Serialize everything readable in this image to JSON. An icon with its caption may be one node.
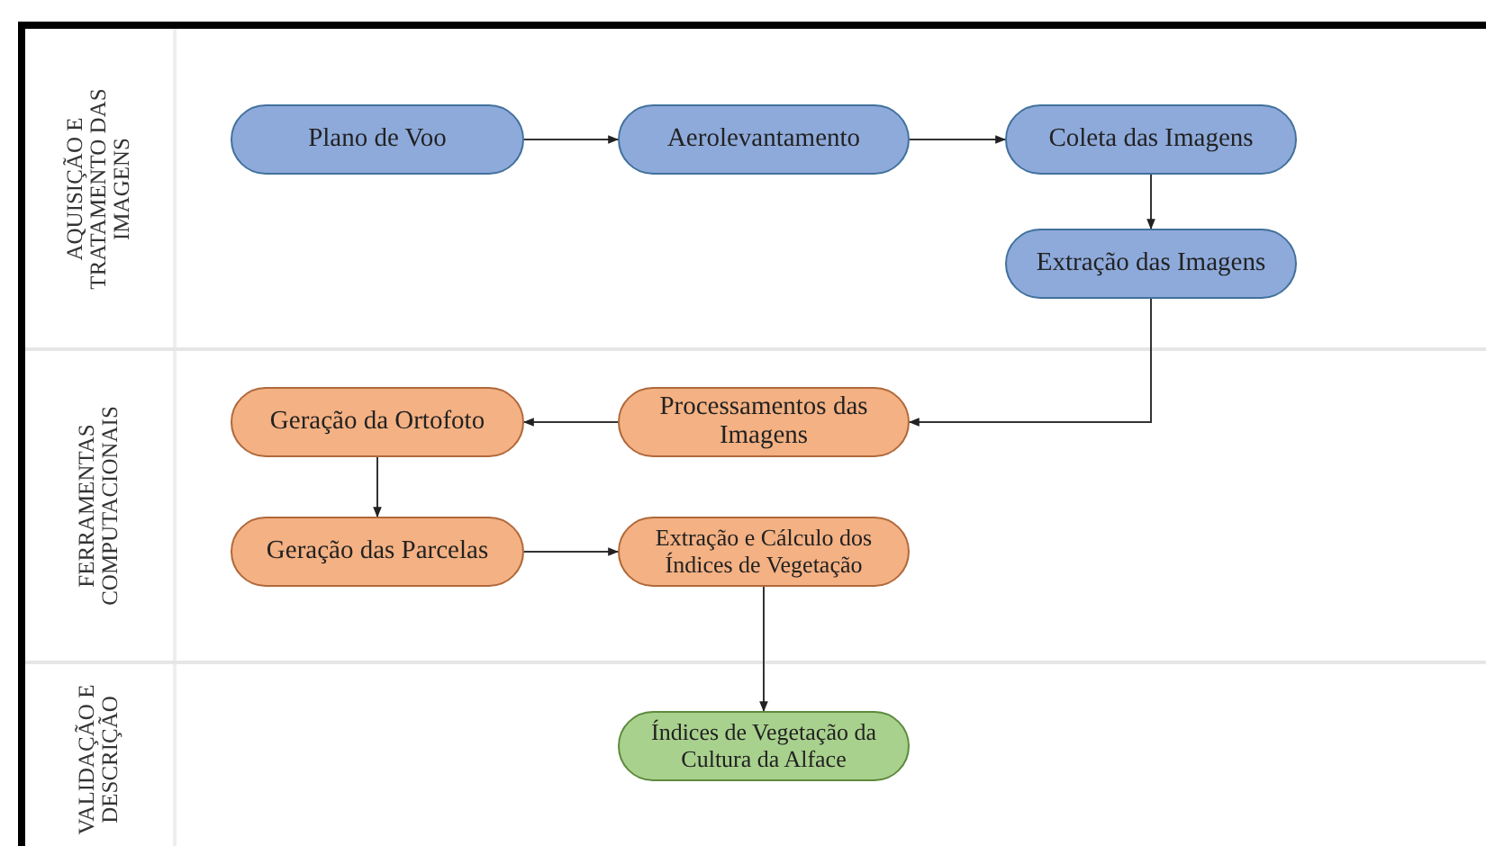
{
  "diagram": {
    "nodes": [
      {
        "text": [
          "AQUISIÇÃO E TRATAMENTO DAS IMAGENS"
        ]
      },
      {
        "text": [
          "Plano de Voo"
        ],
        "in": 0
      },
      {
        "text": [
          "Aerolevantamento"
        ],
        "in": 0
      },
      {
        "text": [
          "Coleta das Imagens"
        ],
        "in": 0
      },
      {
        "text": [
          "Extração das Imagens"
        ],
        "in": 0
      },
      {
        "text": [
          "FERRAMENTAS COMPUTACIONAIS"
        ]
      },
      {
        "text": [
          "Processamentos das Imagens"
        ],
        "in": 5
      },
      {
        "text": [
          "Geração da Ortofoto"
        ],
        "in": 5
      },
      {
        "text": [
          "Geração das Parcelas"
        ],
        "in": 5
      },
      {
        "text": [
          "Extração e Cálculo dos Índices de Vegetação"
        ],
        "in": 5
      },
      {
        "text": [
          "VALIDAÇÃO E DESCRIÇÃO"
        ]
      },
      {
        "text": [
          "Índices de Vegetação da Cultura da Alface"
        ],
        "in": 10
      }
    ],
    "edges": [
      {
        "from": 1,
        "to": 2,
        "arrow": "to"
      },
      {
        "from": 2,
        "to": 3,
        "arrow": "to"
      },
      {
        "from": 3,
        "to": 4,
        "arrow": "to"
      },
      {
        "from": 4,
        "to": 6,
        "arrow": "to"
      },
      {
        "from": 6,
        "to": 7,
        "arrow": "to"
      },
      {
        "from": 7,
        "to": 8,
        "arrow": "to"
      },
      {
        "from": 8,
        "to": 9,
        "arrow": "to"
      },
      {
        "from": 9,
        "to": 11,
        "arrow": "to"
      }
    ]
  }
}
